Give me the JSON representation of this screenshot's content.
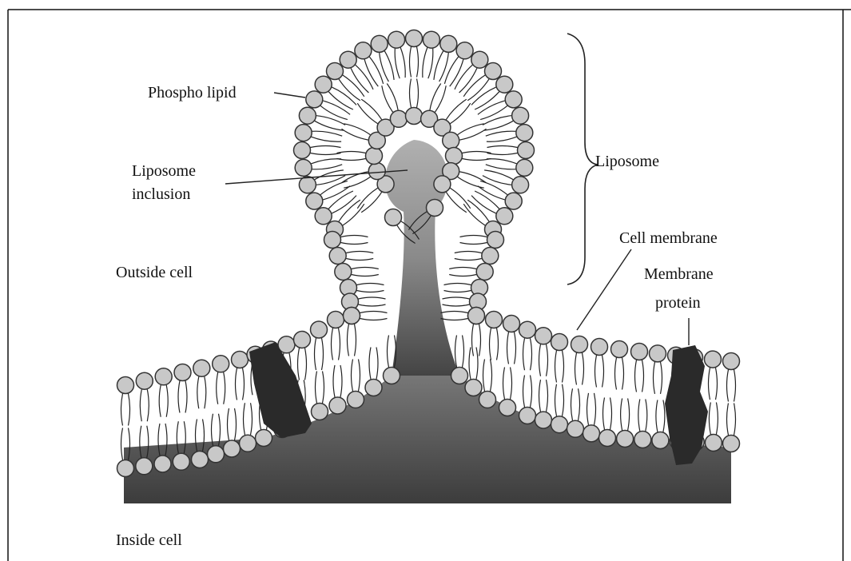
{
  "labels": {
    "phospholipid": "Phospho lipid",
    "liposome_inclusion_line1": "Liposome",
    "liposome_inclusion_line2": "inclusion",
    "liposome": "Liposome",
    "cell_membrane": "Cell membrane",
    "outside_cell": "Outside cell",
    "membrane_protein_line1": "Membrane",
    "membrane_protein_line2": "protein",
    "inside_cell": "Inside cell"
  },
  "colors": {
    "lipid_head": "#c8c8c8",
    "membrane_protein": "#2a2a2a",
    "inclusion_light": "#a8a8a8",
    "inclusion_dark": "#4a4a4a"
  }
}
